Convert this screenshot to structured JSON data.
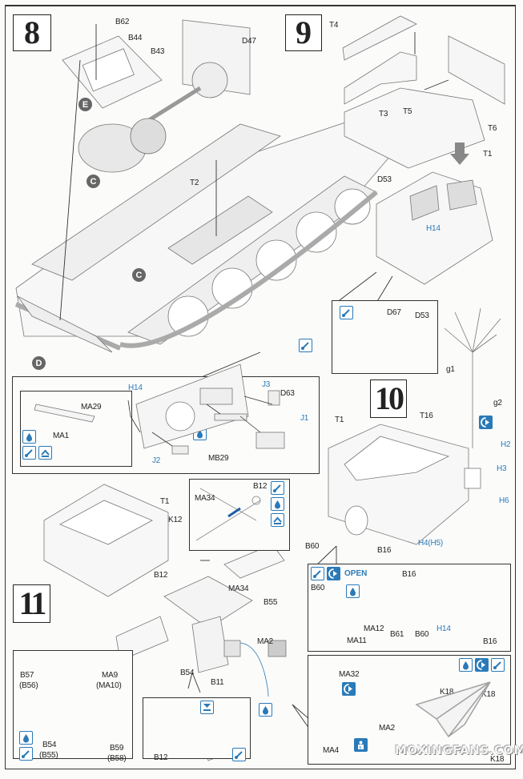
{
  "steps": [
    {
      "number": "8"
    },
    {
      "number": "9"
    },
    {
      "number": "10"
    },
    {
      "number": "11"
    }
  ],
  "markers": {
    "e": "E",
    "c": "C",
    "d": "D"
  },
  "step8": {
    "labels": {
      "b62": "B62",
      "b44": "B44",
      "b43": "B43",
      "d47": "D47",
      "t2": "T2"
    },
    "detail": {
      "h14": "H14",
      "j3": "J3",
      "d63": "D63",
      "j1": "J1",
      "j2": "J2",
      "mb29": "MB29",
      "sub": {
        "ma29": "MA29",
        "ma1": "MA1"
      }
    }
  },
  "step9": {
    "labels": {
      "t4": "T4",
      "t3": "T3",
      "t5": "T5",
      "t6": "T6",
      "t1": "T1",
      "d53": "D53",
      "h14": "H14"
    },
    "detail": {
      "d67": "D67",
      "d53": "D53"
    },
    "antenna": {
      "g1": "g1",
      "g2": "g2",
      "h2": "H2",
      "h3": "H3",
      "h6": "H6"
    }
  },
  "step10": {
    "labels": {
      "t1": "T1",
      "t16": "T16",
      "b60": "B60",
      "b16": "B16",
      "h4h5": "H4(H5)"
    },
    "detail": {
      "open": "OPEN",
      "b60": "B60",
      "b16a": "B16",
      "ma12": "MA12",
      "ma11": "MA11",
      "b61": "B61",
      "b60b": "B60",
      "h14": "H14",
      "b16b": "B16"
    }
  },
  "step11": {
    "labels": {
      "t1": "T1",
      "k12": "K12",
      "b12": "B12",
      "ma34": "MA34",
      "b55": "B55",
      "b54": "B54",
      "b11": "B11",
      "ma2": "MA2"
    },
    "detail_top": {
      "b12": "B12",
      "ma34": "MA34"
    },
    "detail_left": {
      "b57": "B57",
      "b56": "(B56)",
      "ma9": "MA9",
      "ma10": "(MA10)",
      "b54": "B54",
      "b55": "(B55)",
      "b59": "B59",
      "b58": "(B58)"
    },
    "detail_mid": {
      "b12": "B12"
    },
    "detail_right": {
      "ma32": "MA32",
      "ma2": "MA2",
      "ma4": "MA4",
      "k18a": "K18",
      "k18b": "K18",
      "k18c": "K18"
    }
  },
  "icons": {
    "paint": "paint-brush-icon",
    "glue": "glue-drop-icon",
    "bend": "bend-fold-icon",
    "choice": "optional-choice-icon",
    "cut": "cut-remove-icon",
    "align": "align-position-icon"
  },
  "watermark": "MOXINGFANS.COM",
  "colors": {
    "accent_blue": "#2a7ab8",
    "line": "#333333",
    "marker_gray": "#666666"
  }
}
